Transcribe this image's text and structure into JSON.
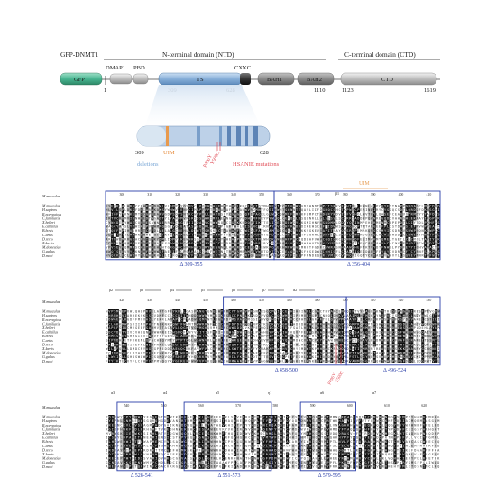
{
  "header": {
    "construct_label": "GFP-DNMT1",
    "ntd_label": "N-terminal domain (NTD)",
    "ctd_label": "C-terminal domain (CTD)"
  },
  "domains": {
    "gfp": "GFP",
    "dmap1": "DMAP1",
    "pbd": "PBD",
    "ts": "TS",
    "cxxc": "CXXC",
    "bah1": "BAH1",
    "bah2": "BAH2",
    "ctd": "CTD"
  },
  "positions": {
    "p1": "1",
    "p309": "309",
    "p628": "628",
    "p1110": "1110",
    "p1123": "1123",
    "p1619": "1619"
  },
  "zoom": {
    "start": "309",
    "end": "628",
    "uim": "UIM",
    "deletions": "deletions",
    "hsanie": "HSANIE mutations",
    "mut1": "P496Y",
    "mut2": "Y500C"
  },
  "alignment": {
    "ref_species": "M.musculus",
    "species": [
      "M.musculus",
      "H.sapiens",
      "R.norvegicus",
      "C.familiaris",
      "X.helleri",
      "E.caballus",
      "B.bovis",
      "C.artes",
      "D.rerio",
      "X.laevis",
      "M.domestica",
      "G.gallus",
      "D.mori"
    ],
    "panel1_ticks": [
      "300",
      "310",
      "320",
      "330",
      "340",
      "350",
      "360",
      "370",
      "380",
      "390",
      "400",
      "410"
    ],
    "panel2_ticks": [
      "420",
      "430",
      "440",
      "450",
      "460",
      "470",
      "480",
      "490",
      "500",
      "510",
      "520",
      "530"
    ],
    "panel3_ticks": [
      "540",
      "550",
      "560",
      "570",
      "580",
      "590",
      "600",
      "610",
      "620"
    ],
    "uim_label": "UIM",
    "deletions": [
      "Δ 309-355",
      "Δ 356-404",
      "Δ 458-500",
      "Δ 496-524",
      "Δ 528-541",
      "Δ 551-573",
      "Δ 579-595"
    ],
    "mut1": "P496Y",
    "mut2": "Y500C",
    "ss_panel1": [
      "β1"
    ],
    "ss_panel2": [
      "β2",
      "β3",
      "β4",
      "β5",
      "β6",
      "β7",
      "α2"
    ],
    "ss_panel3": [
      "α3",
      "α4",
      "α5",
      "η1",
      "α6",
      "α7"
    ]
  }
}
